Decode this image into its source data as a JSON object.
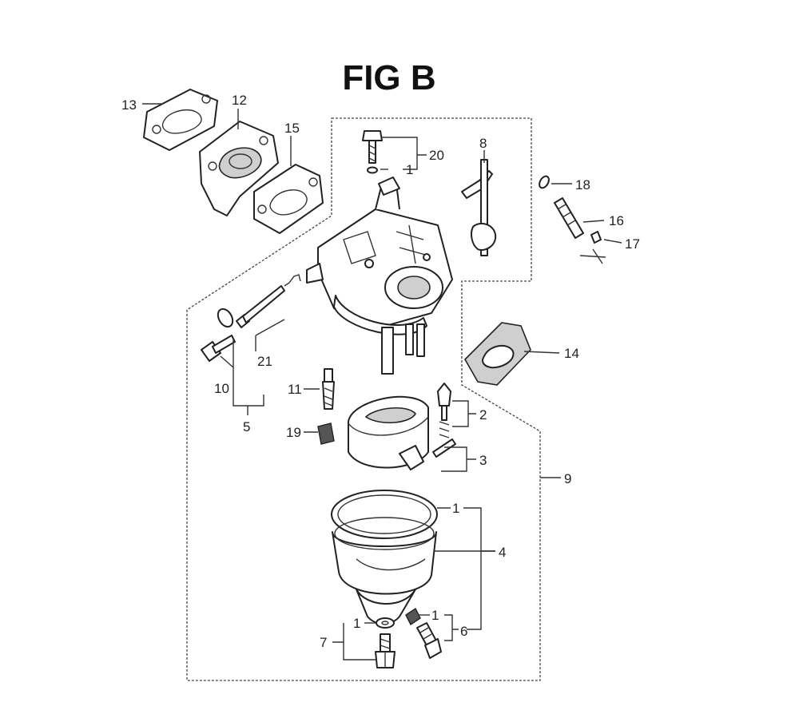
{
  "figure": {
    "title": "FIG B",
    "callouts": [
      {
        "id": "c13",
        "text": "13"
      },
      {
        "id": "c12",
        "text": "12"
      },
      {
        "id": "c15",
        "text": "15"
      },
      {
        "id": "c20",
        "text": "20"
      },
      {
        "id": "c1a",
        "text": "1"
      },
      {
        "id": "c8",
        "text": "8"
      },
      {
        "id": "c18",
        "text": "18"
      },
      {
        "id": "c16",
        "text": "16"
      },
      {
        "id": "c17",
        "text": "17"
      },
      {
        "id": "c14",
        "text": "14"
      },
      {
        "id": "c21",
        "text": "21"
      },
      {
        "id": "c10",
        "text": "10"
      },
      {
        "id": "c5",
        "text": "5"
      },
      {
        "id": "c11",
        "text": "11"
      },
      {
        "id": "c19",
        "text": "19"
      },
      {
        "id": "c2",
        "text": "2"
      },
      {
        "id": "c3",
        "text": "3"
      },
      {
        "id": "c9",
        "text": "9"
      },
      {
        "id": "c1b",
        "text": "1"
      },
      {
        "id": "c4",
        "text": "4"
      },
      {
        "id": "c1c",
        "text": "1"
      },
      {
        "id": "c1d",
        "text": "1"
      },
      {
        "id": "c6",
        "text": "6"
      },
      {
        "id": "c7",
        "text": "7"
      }
    ]
  }
}
